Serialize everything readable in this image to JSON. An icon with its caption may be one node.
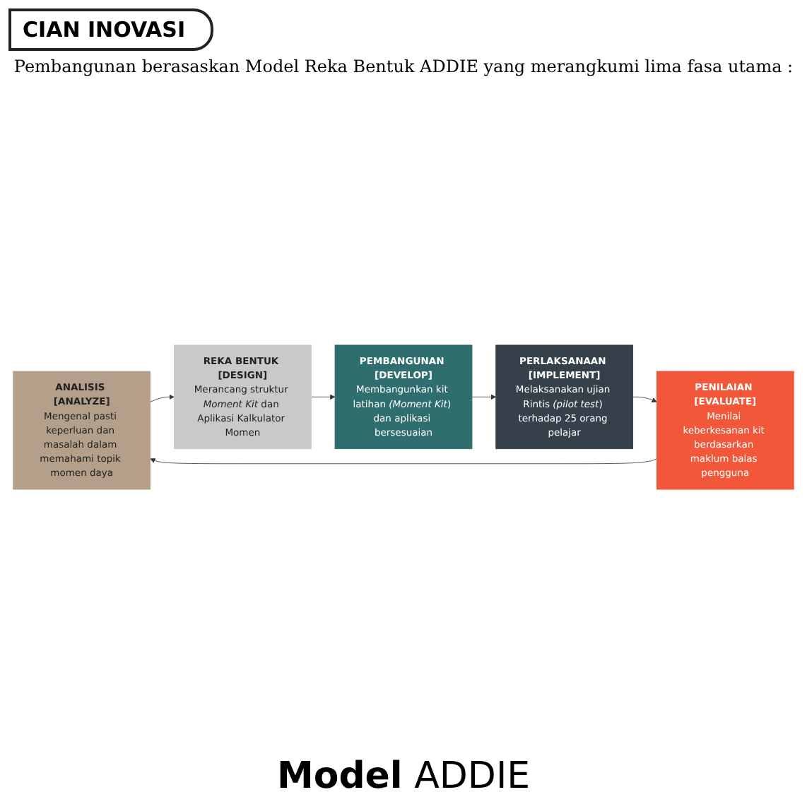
{
  "diagram": {
    "title": "CIAN INOVASI",
    "nodes": [
      {
        "text": [
          "ANALISIS [ANALYZE]",
          "Mengenal pasti keperluan dan masalah dalam memahami topik momen daya"
        ]
      },
      {
        "text": [
          "REKA BENTUK [DESIGN]",
          "Merancang struktur *Moment Kit* dan Aplikasi Kalkulator Momen"
        ]
      },
      {
        "text": [
          "PEMBANGUNAN [DEVELOP]",
          "Membangunkan kit latihan *(Moment Kit*) dan aplikasi bersesuaian"
        ]
      },
      {
        "text": [
          "PERLAKSANAAN [IMPLEMENT]",
          "Melaksanakan ujian Rintis *(pilot test*) terhadap 25 orang pelajar"
        ]
      },
      {
        "text": [
          "PENILAIAN [EVALUATE]",
          "Menilai keberkesanan kit berdasarkan maklum balas pengguna"
        ]
      }
    ],
    "edges": [
      {
        "from": 0,
        "to": 1,
        "arrow": "to"
      },
      {
        "from": 1,
        "to": 2,
        "arrow": "to"
      },
      {
        "from": 2,
        "to": 3,
        "arrow": "to"
      },
      {
        "from": 3,
        "to": 4,
        "arrow": "to"
      },
      {
        "from": 4,
        "to": 0,
        "arrow": "to"
      }
    ],
    "labels": [
      "Pembangunan berasaskan Model Reka Bentuk ADDIE yang merangkumi lima fasa utama :",
      "**Model** ADDIE"
    ]
  }
}
